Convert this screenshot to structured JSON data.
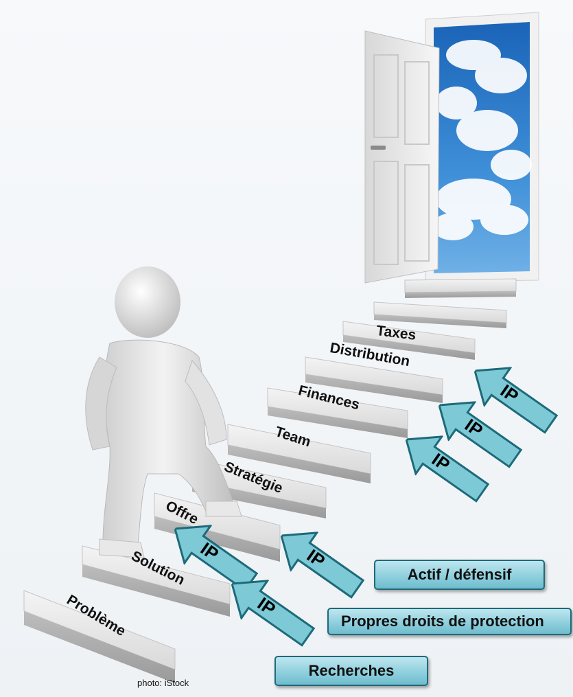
{
  "steps": [
    {
      "key": "probleme",
      "label": "Problème"
    },
    {
      "key": "solution",
      "label": "Solution"
    },
    {
      "key": "offre",
      "label": "Offre"
    },
    {
      "key": "strategie",
      "label": "Stratégie"
    },
    {
      "key": "team",
      "label": "Team"
    },
    {
      "key": "finances",
      "label": "Finances"
    },
    {
      "key": "distribution",
      "label": "Distribution"
    },
    {
      "key": "taxes",
      "label": "Taxes"
    }
  ],
  "ip_label": "IP",
  "tags": {
    "recherches": "Recherches",
    "propres_droits": "Propres droits de protection",
    "actif_defensif": "Actif / défensif"
  },
  "credit": "photo: iStock",
  "colors": {
    "arrow_fill": "#7ec9d6",
    "arrow_stroke": "#1d6a7a",
    "tag_fill": "#8fd0de",
    "sky": "#2a7fd1",
    "step": "#dadada"
  }
}
